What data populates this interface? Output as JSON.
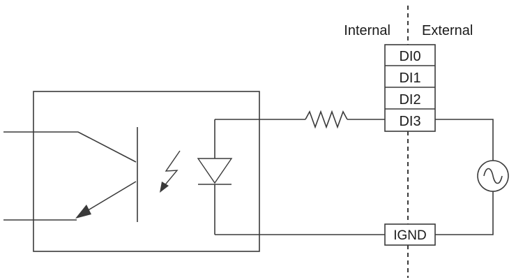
{
  "labels": {
    "internal": "Internal",
    "external": "External"
  },
  "terminals": [
    "DI0",
    "DI1",
    "DI2",
    "DI3"
  ],
  "ground_terminal": "IGND",
  "components": {
    "optocoupler": "optocoupler-package",
    "led": "led-diode-icon",
    "light_emission": "light-arrow-icon",
    "transistor": "phototransistor-icon",
    "resistor": "resistor-icon",
    "source": "ac-source-icon"
  },
  "colors": {
    "line": "#3a3a3a",
    "text": "#1a1a1a",
    "background": "#ffffff"
  }
}
